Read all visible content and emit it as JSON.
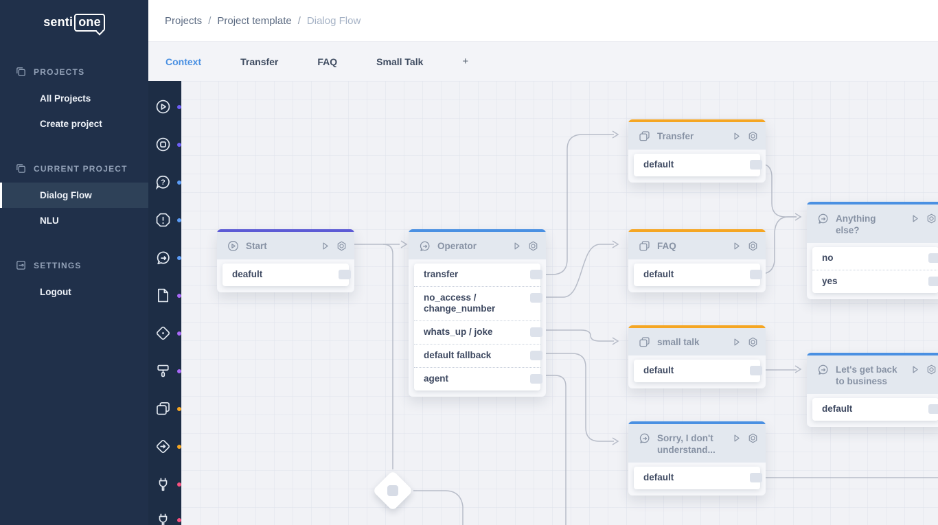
{
  "logo": {
    "prefix": "senti",
    "suffix": "one"
  },
  "sidebar": {
    "sections": [
      {
        "label": "PROJECTS",
        "icon": "projects-icon",
        "items": [
          {
            "label": "All Projects"
          },
          {
            "label": "Create project"
          }
        ]
      },
      {
        "label": "CURRENT PROJECT",
        "icon": "current-project-icon",
        "items": [
          {
            "label": "Dialog Flow",
            "active": true
          },
          {
            "label": "NLU"
          }
        ]
      },
      {
        "label": "SETTINGS",
        "icon": "settings-icon",
        "items": [
          {
            "label": "Logout"
          }
        ]
      }
    ]
  },
  "breadcrumb": {
    "items": [
      "Projects",
      "Project template",
      "Dialog Flow"
    ],
    "separator": "/"
  },
  "tabs": {
    "items": [
      {
        "label": "Context",
        "active": true
      },
      {
        "label": "Transfer"
      },
      {
        "label": "FAQ"
      },
      {
        "label": "Small Talk"
      }
    ],
    "add_label": "+"
  },
  "toolbar": {
    "icons": [
      {
        "name": "play-circle-icon",
        "dot": "#6d5ff6"
      },
      {
        "name": "stop-circle-icon",
        "dot": "#6d5ff6"
      },
      {
        "name": "question-bubble-icon",
        "dot": "#5b9cf6"
      },
      {
        "name": "alert-octagon-icon",
        "dot": "#5b9cf6"
      },
      {
        "name": "chat-forward-icon",
        "dot": "#5b9cf6"
      },
      {
        "name": "document-icon",
        "dot": "#a868f7"
      },
      {
        "name": "diamond-dot-icon",
        "dot": "#a868f7"
      },
      {
        "name": "paint-roller-icon",
        "dot": "#a868f7"
      },
      {
        "name": "cards-icon",
        "dot": "#f5a623"
      },
      {
        "name": "diamond-arrow-icon",
        "dot": "#f5a623"
      },
      {
        "name": "plug-icon",
        "dot": "#f7517f"
      },
      {
        "name": "plug-icon",
        "dot": "#f7517f"
      }
    ]
  },
  "canvas": {
    "nodes": [
      {
        "id": "start",
        "title": "Start",
        "icon": "play-circle-icon",
        "accent": "#5d5bd5",
        "rows": [
          "deafult"
        ]
      },
      {
        "id": "operator",
        "title": "Operator",
        "icon": "chat-forward-icon",
        "accent": "#4a90e2",
        "rows": [
          "transfer",
          "no_access / change_number",
          "whats_up / joke",
          "default fallback",
          "agent"
        ]
      },
      {
        "id": "transfer",
        "title": "Transfer",
        "icon": "cards-icon",
        "accent": "#f5a623",
        "rows": [
          "default"
        ]
      },
      {
        "id": "faq",
        "title": "FAQ",
        "icon": "cards-icon",
        "accent": "#f5a623",
        "rows": [
          "default"
        ]
      },
      {
        "id": "small-talk",
        "title": "small talk",
        "icon": "cards-icon",
        "accent": "#f5a623",
        "rows": [
          "default"
        ]
      },
      {
        "id": "sorry",
        "title": "Sorry, I don't understand...",
        "icon": "chat-forward-icon",
        "accent": "#4a90e2",
        "rows": [
          "default"
        ]
      },
      {
        "id": "anything-else",
        "title": "Anything else?",
        "icon": "chat-forward-icon",
        "accent": "#4a90e2",
        "rows": [
          "no",
          "yes"
        ]
      },
      {
        "id": "lets-get-back",
        "title": "Let's get back to business",
        "icon": "chat-forward-icon",
        "accent": "#4a90e2",
        "rows": [
          "default"
        ]
      }
    ]
  }
}
